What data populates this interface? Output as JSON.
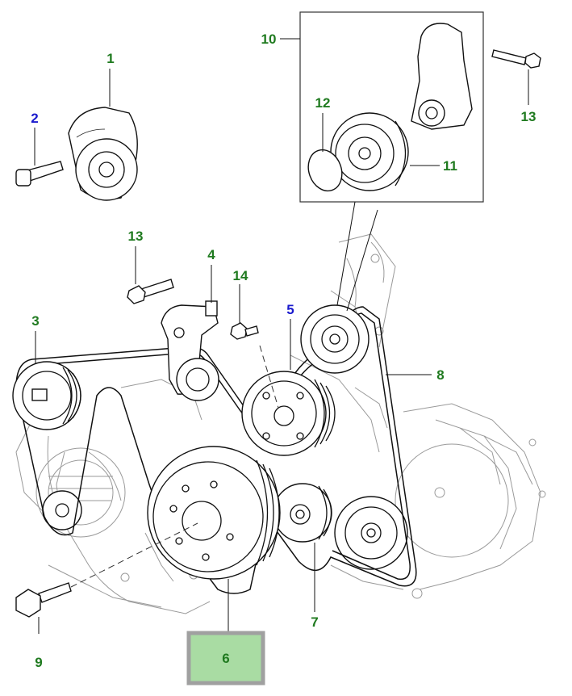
{
  "colors": {
    "label_green": "#1f7a1f",
    "label_blue": "#1a1acd",
    "highlight_fill": "#a9dca3",
    "highlight_border": "#a0a0a0"
  },
  "callouts": [
    {
      "id": "c1",
      "text": "1",
      "color": "green"
    },
    {
      "id": "c2",
      "text": "2",
      "color": "blue"
    },
    {
      "id": "c3",
      "text": "3",
      "color": "green"
    },
    {
      "id": "c4",
      "text": "4",
      "color": "green"
    },
    {
      "id": "c5",
      "text": "5",
      "color": "blue"
    },
    {
      "id": "c6",
      "text": "6",
      "color": "green"
    },
    {
      "id": "c7",
      "text": "7",
      "color": "green"
    },
    {
      "id": "c8",
      "text": "8",
      "color": "green"
    },
    {
      "id": "c9",
      "text": "9",
      "color": "green"
    },
    {
      "id": "c10",
      "text": "10",
      "color": "green"
    },
    {
      "id": "c11",
      "text": "11",
      "color": "green"
    },
    {
      "id": "c12",
      "text": "12",
      "color": "green"
    },
    {
      "id": "c13a",
      "text": "13",
      "color": "green"
    },
    {
      "id": "c13b",
      "text": "13",
      "color": "green"
    },
    {
      "id": "c14",
      "text": "14",
      "color": "green"
    }
  ],
  "highlight": {
    "text": "6"
  }
}
